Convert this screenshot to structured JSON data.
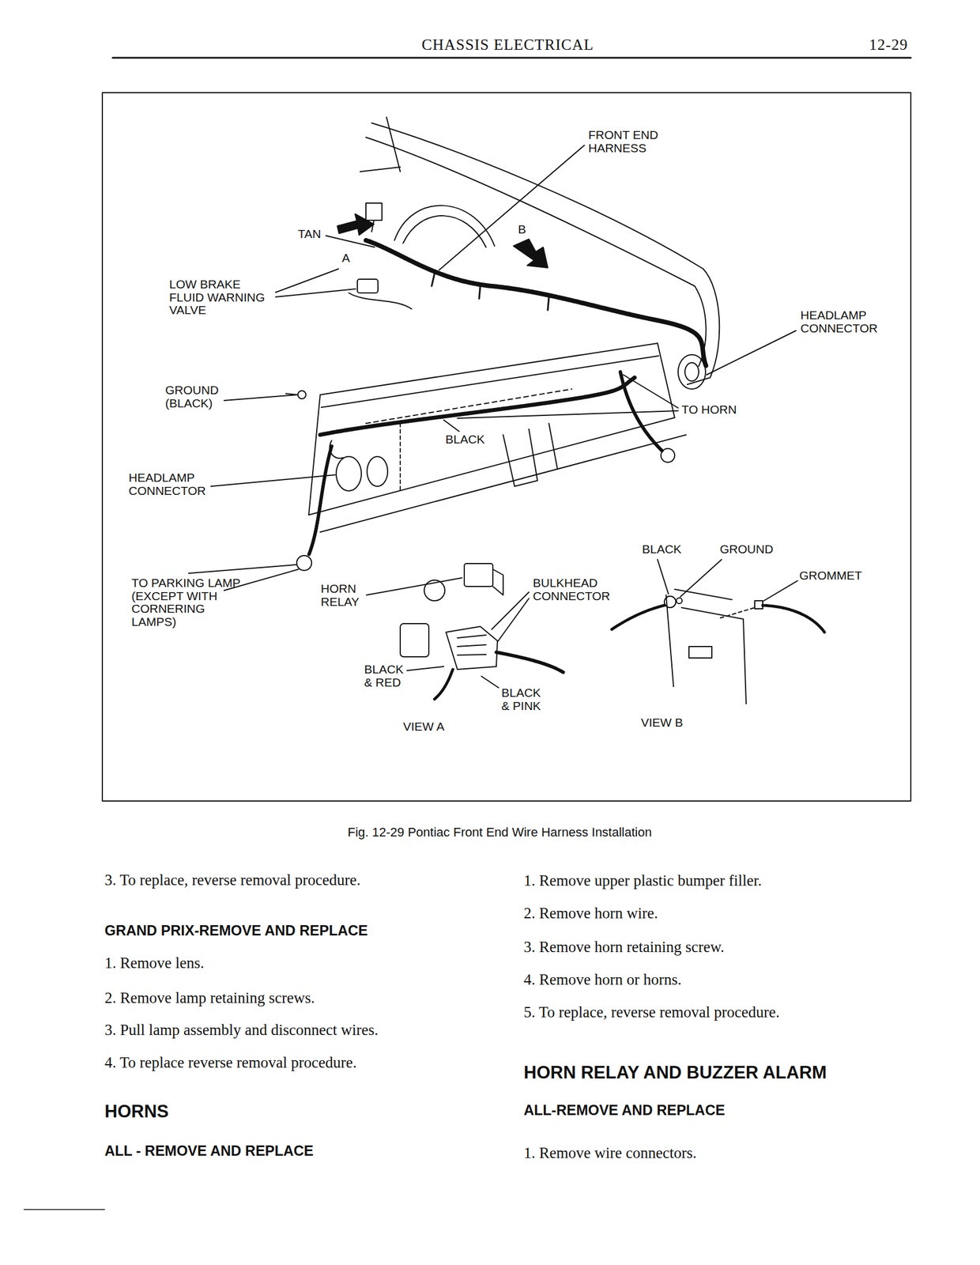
{
  "diagram": {
    "title": "CHASSIS ELECTRICAL",
    "caption": "Fig. 12-29 Pontiac Front End Wire Harness Installation",
    "labels": [
      "12-29",
      "FRONT END HARNESS",
      "TAN",
      "A",
      "B",
      "LOW BRAKE FLUID WARNING VALVE",
      "HEADLAMP CONNECTOR",
      "GROUND (BLACK)",
      "TO HORN",
      "BLACK",
      "HEADLAMP CONNECTOR",
      "BLACK",
      "GROUND",
      "GROMMET",
      "TO PARKING LAMP (EXCEPT WITH CORNERING LAMPS)",
      "HORN RELAY",
      "BULKHEAD CONNECTOR",
      "BLACK & RED",
      "BLACK & PINK",
      "VIEW A",
      "VIEW B",
      "3. To replace, reverse removal procedure.",
      "GRAND PRIX-REMOVE AND REPLACE",
      "1. Remove lens.",
      "2. Remove lamp retaining screws.",
      "3. Pull lamp assembly and disconnect wires.",
      "4. To replace reverse removal procedure.",
      "HORNS",
      "ALL - REMOVE AND REPLACE",
      "1. Remove upper plastic bumper filler.",
      "2. Remove horn wire.",
      "3. Remove horn retaining screw.",
      "4. Remove horn or horns.",
      "5. To replace, reverse removal procedure.",
      "HORN RELAY AND BUZZER ALARM",
      "ALL-REMOVE AND REPLACE",
      "1. Remove wire connectors."
    ]
  }
}
